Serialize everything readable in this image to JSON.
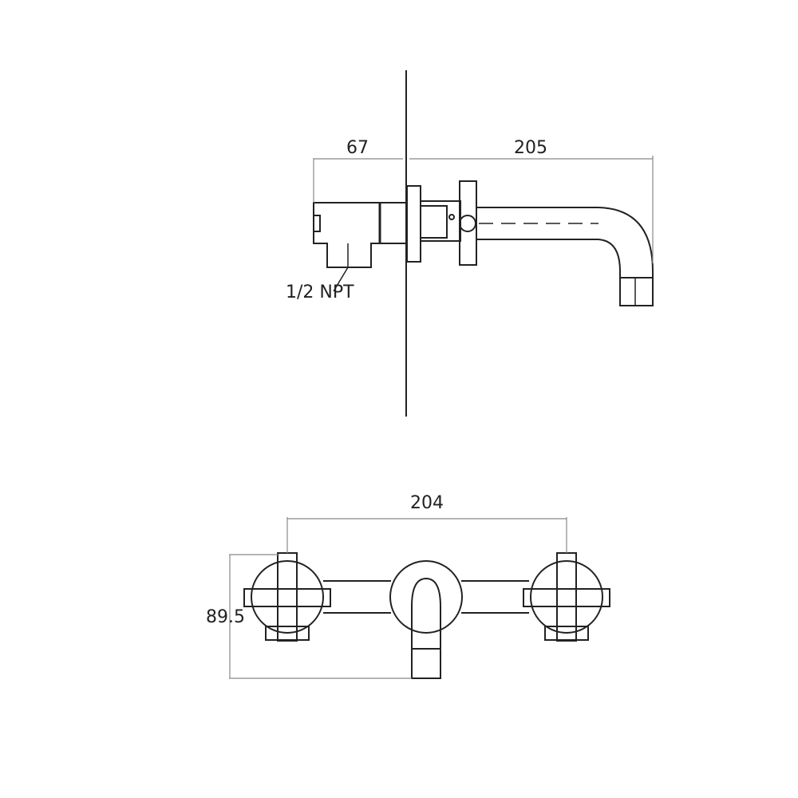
{
  "drawing": {
    "side_view": {
      "dim_left": "67",
      "dim_right": "205",
      "label_connection": "1/2 NPT"
    },
    "front_view": {
      "dim_width": "204",
      "dim_height": "89.5"
    },
    "colors": {
      "line": "#222222",
      "dim": "#888888"
    }
  }
}
